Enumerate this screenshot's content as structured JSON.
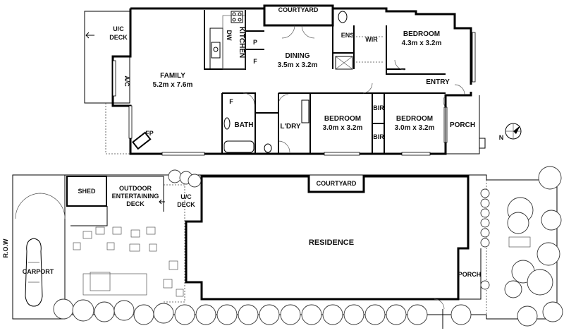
{
  "floor_plan": {
    "rooms": {
      "uc_deck_top_1": "U/C",
      "uc_deck_top_2": "DECK",
      "family_name": "FAMILY",
      "family_dim": "5.2m x 7.6m",
      "kitchen": "KITCHEN",
      "dw": "DW",
      "pantry": "P",
      "fridge": "F",
      "courtyard_top": "COURTYARD",
      "dining_name": "DINING",
      "dining_dim": "3.5m x 3.2m",
      "ens": "ENS",
      "wir": "WIR",
      "bed1_name": "BEDROOM",
      "bed1_dim": "4.3m x 3.2m",
      "entry": "ENTRY",
      "ac": "A/C",
      "laundry_f": "F",
      "bath": "BATH",
      "laundry": "L'DRY",
      "bed2_name": "BEDROOM",
      "bed2_dim": "3.0m x 3.2m",
      "bir_1": "BIR",
      "bir_2": "BIR",
      "bed3_name": "BEDROOM",
      "bed3_dim": "3.0m x 3.2m",
      "porch_top": "PORCH",
      "fp": "FP",
      "north": "N"
    }
  },
  "site_plan": {
    "labels": {
      "shed": "SHED",
      "outdoor_1": "OUTDOOR",
      "outdoor_2": "ENTERTAINING",
      "outdoor_3": "DECK",
      "uc_1": "U/C",
      "uc_2": "DECK",
      "courtyard": "COURTYARD",
      "residence": "RESIDENCE",
      "porch": "PORCH",
      "carport": "CARPORT",
      "row": "R.O.W"
    }
  }
}
